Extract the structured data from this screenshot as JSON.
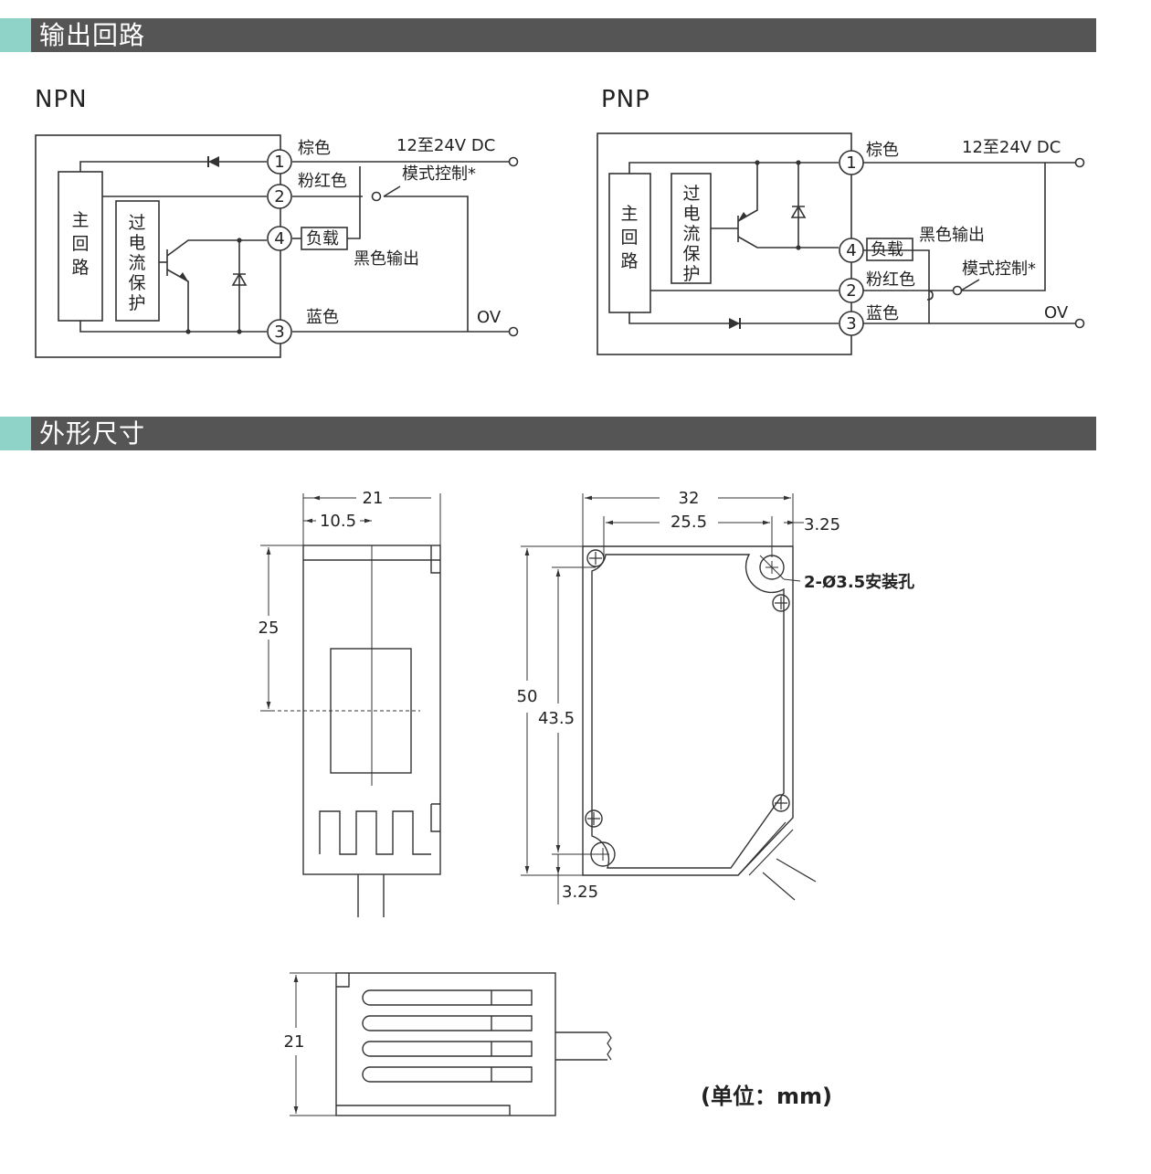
{
  "sections": {
    "output_circuit": "输出回路",
    "dimensions": "外形尺寸"
  },
  "npn": {
    "label": "NPN",
    "main_circuit": [
      "主",
      "回",
      "路"
    ],
    "overcurrent": [
      "过",
      "电",
      "流",
      "保",
      "护"
    ],
    "terminals": [
      "1",
      "2",
      "4",
      "3"
    ],
    "brown": "棕色",
    "pink": "粉红色",
    "blue": "蓝色",
    "supply": "12至24V DC",
    "mode_control": "模式控制*",
    "load": "负载",
    "black_output": "黑色输出",
    "zero_v": "OV"
  },
  "pnp": {
    "label": "PNP",
    "main_circuit": [
      "主",
      "回",
      "路"
    ],
    "overcurrent": [
      "过",
      "电",
      "流",
      "保",
      "护"
    ],
    "terminals": [
      "1",
      "4",
      "2",
      "3"
    ],
    "brown": "棕色",
    "pink": "粉红色",
    "blue": "蓝色",
    "supply": "12至24V DC",
    "mode_control": "模式控制*",
    "load": "负载",
    "black_output": "黑色输出",
    "zero_v": "OV"
  },
  "dims": {
    "side_width": "21",
    "side_half": "10.5",
    "side_height": "25",
    "front_width": "32",
    "front_hole_span": "25.5",
    "front_offset_right": "3.25",
    "front_height": "50",
    "front_hole_vspan": "43.5",
    "front_offset_bottom": "3.25",
    "mount_hole": "2-Ø3.5安装孔",
    "top_height": "21"
  },
  "unit_note": "(单位：mm)",
  "colors": {
    "bar": "#555555",
    "accent": "#8fd3c8",
    "line": "#333333"
  }
}
